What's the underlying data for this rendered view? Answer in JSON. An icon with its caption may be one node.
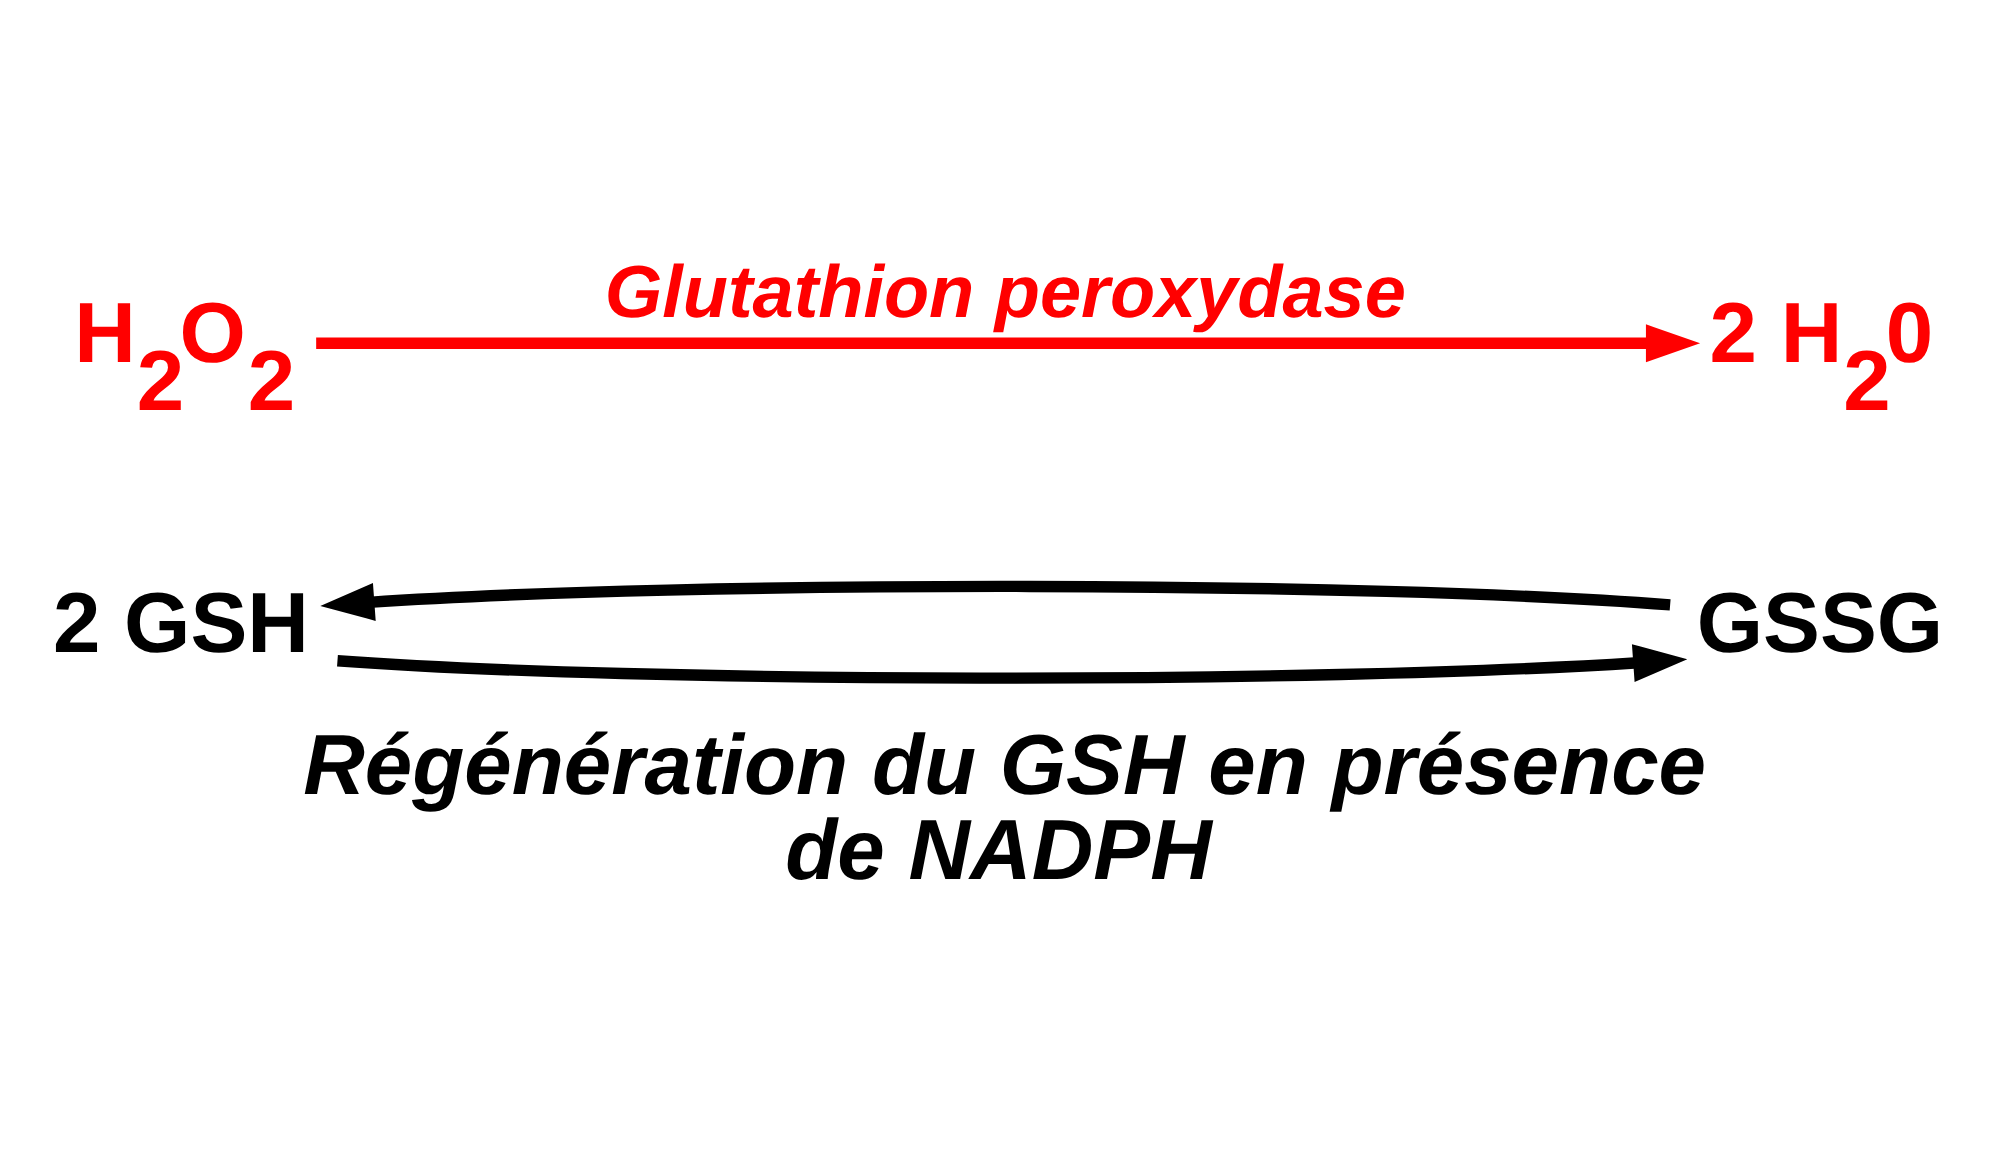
{
  "diagram": {
    "caption": "Régénération du GSH en présence de NADPH",
    "nodes": [
      {
        "text": [
          "H$_{2}$O$_{2}$"
        ]
      },
      {
        "text": [
          "2 H$_{2}$0"
        ]
      },
      {
        "text": [
          "2 GSH"
        ]
      },
      {
        "text": [
          "GSSG"
        ]
      }
    ],
    "edges": [
      {
        "from": 0,
        "to": 1,
        "arrow": "to",
        "label": "Glutathion peroxydase",
        "color": "#ff0000"
      },
      {
        "from": 2,
        "to": 3,
        "arrow": "to"
      },
      {
        "from": 3,
        "to": 2,
        "arrow": "to"
      }
    ]
  }
}
